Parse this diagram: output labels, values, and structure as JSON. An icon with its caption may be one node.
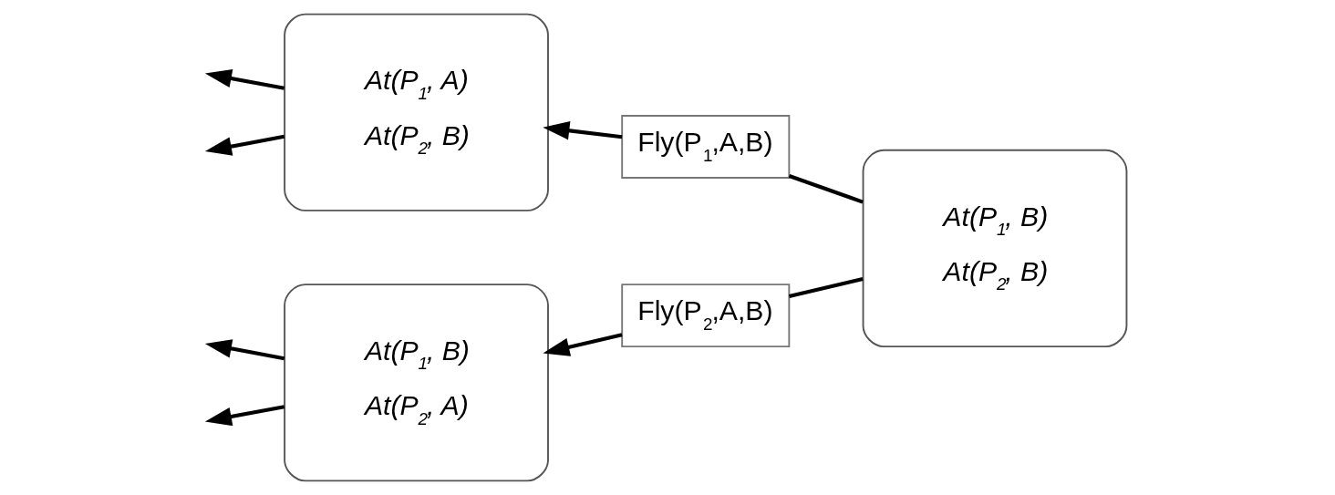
{
  "diagram": {
    "nodes": [
      {
        "text": [
          "At(P$_{1}$, A)",
          "At(P$_{2}$, B)"
        ]
      },
      {
        "text": [
          "At(P$_{1}$, B)",
          "At(P$_{2}$, A)"
        ]
      },
      {
        "text": [
          "Fly(P$_{1}$,A,B)"
        ]
      },
      {
        "text": [
          "Fly(P$_{2}$,A,B)"
        ]
      },
      {
        "text": [
          "At(P$_{1}$, B)",
          "At(P$_{2}$, B)"
        ]
      }
    ],
    "edges": [
      {
        "from": 4,
        "to": 2,
        "arrow": "none"
      },
      {
        "from": 2,
        "to": 0,
        "arrow": "to"
      },
      {
        "from": 4,
        "to": 3,
        "arrow": "none"
      },
      {
        "from": 3,
        "to": 1,
        "arrow": "to"
      },
      {
        "from": 0,
        "to": null,
        "arrow": "to"
      },
      {
        "from": 0,
        "to": null,
        "arrow": "to"
      },
      {
        "from": 1,
        "to": null,
        "arrow": "to"
      },
      {
        "from": 1,
        "to": null,
        "arrow": "to"
      }
    ]
  }
}
